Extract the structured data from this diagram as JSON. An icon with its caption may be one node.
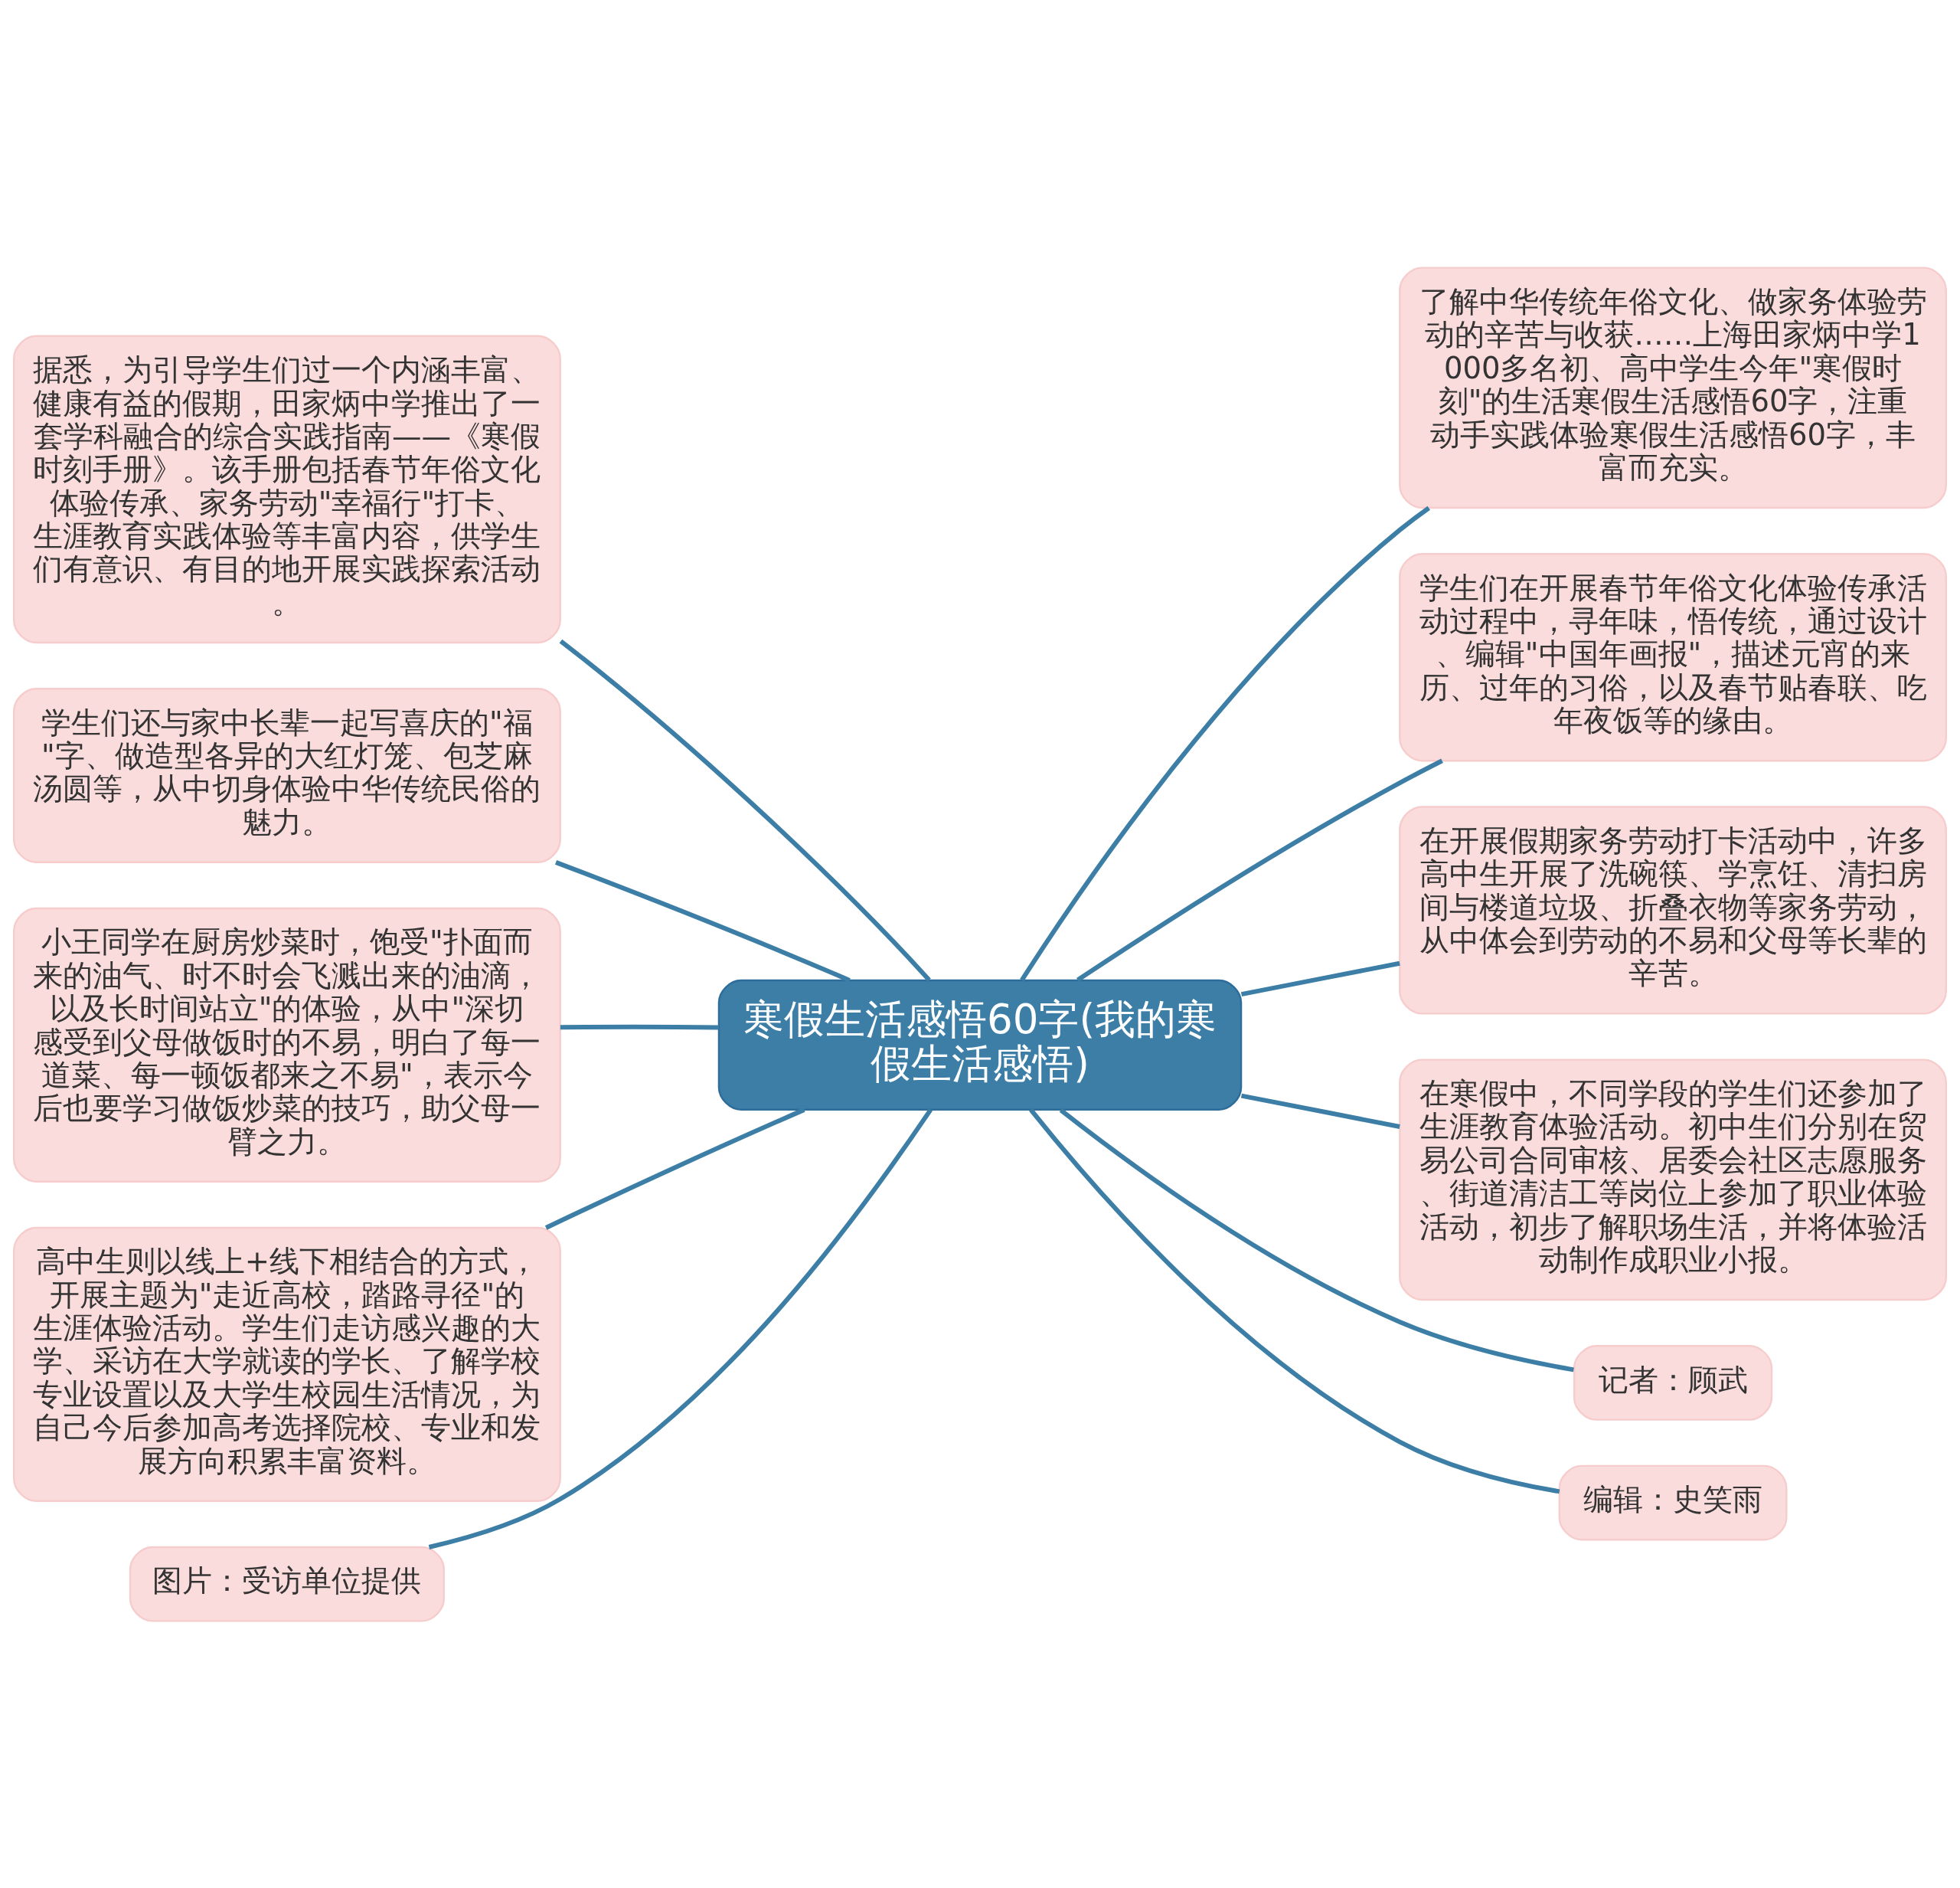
{
  "diagram": {
    "nodes": [
      {
        "text": [
          "寒假生活感悟60字(我的寒假生活感悟)"
        ]
      },
      {
        "text": [
          "据悉，为引导学生们过一个内涵丰富、健康有益的假期，田家炳中学推出了一套学科融合的综合实践指南——《寒假时刻手册》。该手册包括春节年俗文化体验传承、家务劳动\"幸福行\"打卡、生涯教育实践体验等丰富内容，供学生们有意识、有目的地开展实践探索活动。"
        ]
      },
      {
        "text": [
          "学生们还与家中长辈一起写喜庆的\"福\"字、做造型各异的大红灯笼、包芝麻汤圆等，从中切身体验中华传统民俗的魅力。"
        ]
      },
      {
        "text": [
          "小王同学在厨房炒菜时，饱受\"扑面而来的油气、时不时会飞溅出来的油滴，以及长时间站立\"的体验，从中\"深切感受到父母做饭时的不易，明白了每一道菜、每一顿饭都来之不易\"，表示今后也要学习做饭炒菜的技巧，助父母一臂之力。"
        ]
      },
      {
        "text": [
          "高中生则以线上+线下相结合的方式，开展主题为\"走近高校，踏路寻径\"的生涯体验活动。学生们走访感兴趣的大学、采访在大学就读的学长、了解学校专业设置以及大学生校园生活情况，为自己今后参加高考选择院校、专业和发展方向积累丰富资料。"
        ]
      },
      {
        "text": [
          "图片：受访单位提供"
        ]
      },
      {
        "text": [
          "了解中华传统年俗文化、做家务体验劳动的辛苦与收获……上海田家炳中学1000多名初、高中学生今年\"寒假时刻\"的生活寒假生活感悟60字，注重动手实践体验寒假生活感悟60字，丰富而充实。"
        ]
      },
      {
        "text": [
          "学生们在开展春节年俗文化体验传承活动过程中，寻年味，悟传统，通过设计、编辑\"中国年画报\"，描述元宵的来历、过年的习俗，以及春节贴春联、吃年夜饭等的缘由。"
        ]
      },
      {
        "text": [
          "在开展假期家务劳动打卡活动中，许多高中生开展了洗碗筷、学烹饪、清扫房间与楼道垃圾、折叠衣物等家务劳动，从中体会到劳动的不易和父母等长辈的辛苦。"
        ]
      },
      {
        "text": [
          "在寒假中，不同学段的学生们还参加了生涯教育体验活动。初中生们分别在贸易公司合同审核、居委会社区志愿服务、街道清洁工等岗位上参加了职业体验活动，初步了解职场生活，并将体验活动制作成职业小报。"
        ]
      },
      {
        "text": [
          "记者：顾武"
        ]
      },
      {
        "text": [
          "编辑：史笑雨"
        ]
      }
    ],
    "edges": [
      {
        "from": 0,
        "to": 1,
        "arrow": "none"
      },
      {
        "from": 0,
        "to": 2,
        "arrow": "none"
      },
      {
        "from": 0,
        "to": 3,
        "arrow": "none"
      },
      {
        "from": 0,
        "to": 4,
        "arrow": "none"
      },
      {
        "from": 0,
        "to": 5,
        "arrow": "none"
      },
      {
        "from": 0,
        "to": 6,
        "arrow": "none"
      },
      {
        "from": 0,
        "to": 7,
        "arrow": "none"
      },
      {
        "from": 0,
        "to": 8,
        "arrow": "none"
      },
      {
        "from": 0,
        "to": 9,
        "arrow": "none"
      },
      {
        "from": 0,
        "to": 10,
        "arrow": "none"
      },
      {
        "from": 0,
        "to": 11,
        "arrow": "none"
      }
    ]
  }
}
